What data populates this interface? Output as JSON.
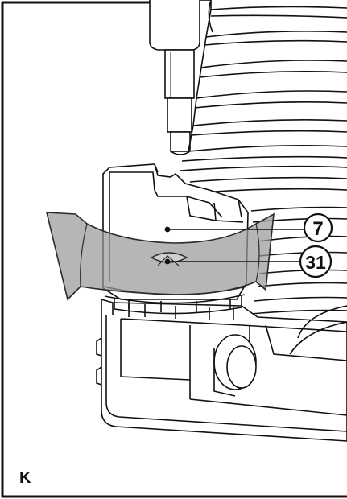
{
  "panel": {
    "letter": "K"
  },
  "callouts": [
    {
      "number": "7"
    },
    {
      "number": "31"
    }
  ],
  "colors": {
    "line": "#111111",
    "arrow_fill": "#9a9a9a",
    "arrow_stroke": "#2a2a2a",
    "body_fill": "#ffffff",
    "frame": "#111111"
  }
}
